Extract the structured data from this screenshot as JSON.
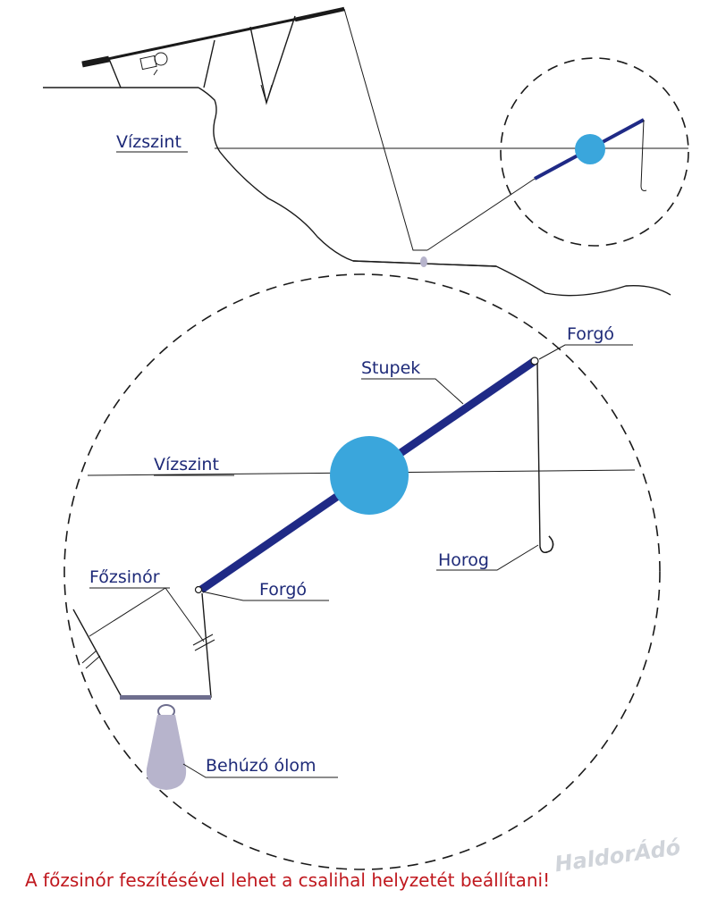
{
  "labels": {
    "vizszint_top": "Vízszint",
    "vizszint_detail": "Vízszint",
    "forgo_top": "Forgó",
    "stupek": "Stupek",
    "horog": "Horog",
    "fozsinor": "Főzsinór",
    "forgo_bottom": "Forgó",
    "behuzo_olom": "Behúzó ólom"
  },
  "caption": "A főzsinór feszítésével lehet a csalihal helyzetét beállítani!",
  "watermark": "HaldorÁdó",
  "colors": {
    "label_text": "#1e2a78",
    "caption_text": "#c0181e",
    "float_blue": "#3aa6dc",
    "stick_navy": "#1f2a86",
    "lead_grey": "#b7b4cc"
  }
}
